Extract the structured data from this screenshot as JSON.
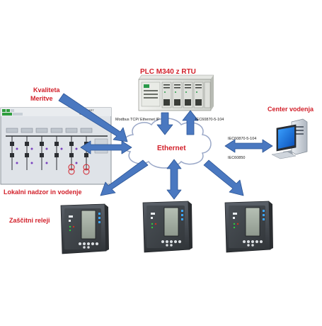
{
  "labels": {
    "plc_title": "PLC M340 z RTU",
    "kvaliteta_line1": "Kvaliteta",
    "kvaliteta_line2": "Meritve",
    "center": "Center vodenja",
    "lokalni": "Lokalni nadzor in vodenje",
    "zascitni": "Zaščitni releji",
    "ethernet": "Ethernet"
  },
  "protocols": {
    "modbus": "Modbus TCP/ Ethernet IP",
    "plc_iec": "IEC60870-5-104",
    "center_iec104": "IEC60870-5-104",
    "center_iec850": "IEC60850"
  },
  "scada": {
    "title": "NR SMART",
    "subtitle": "Smart station"
  },
  "colors": {
    "label_red": "#d2202a",
    "arrow_blue": "#4a78c0",
    "arrow_stroke": "#2c5596",
    "ethernet_text": "#d2202a",
    "cloud_fill": "#ffffff",
    "cloud_stroke": "#9aa8c8",
    "relay_body": "#3e4348"
  },
  "icons": {
    "plc": "plc-rack-icon",
    "computer": "computer-icon",
    "relay": "protection-relay-icon",
    "cloud": "ethernet-cloud-icon",
    "scada": "scada-screen-icon"
  }
}
